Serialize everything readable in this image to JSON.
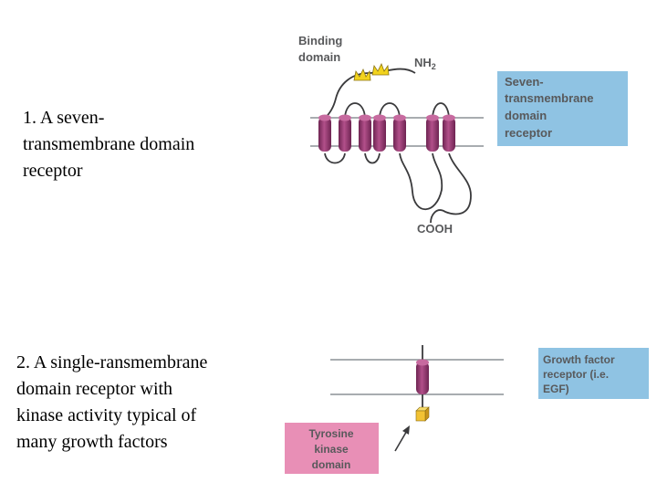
{
  "captions": {
    "seven_tm": "1.  A seven-\ntransmembrane domain\nreceptor",
    "single_tm": "2.  A single-ransmembrane\ndomain receptor with\nkinase activity typical of\nmany growth factors"
  },
  "diagram_top": {
    "binding_domain": [
      "Binding",
      "domain"
    ],
    "nh2": "NH",
    "nh2_sub": "2",
    "cooh": "COOH",
    "receptor_box": [
      "Seven-",
      "transmembrane",
      "domain",
      "receptor"
    ]
  },
  "diagram_bottom": {
    "receptor_box": [
      "Growth factor",
      "receptor (i.e.",
      "EGF)"
    ],
    "kinase_box": [
      "Tyrosine",
      "kinase",
      "domain"
    ]
  },
  "colors": {
    "helix": "#9c3b74",
    "helix_dark": "#6e2452",
    "membrane_line": "#8b9096",
    "blue_box": "#8fc3e3",
    "pink_box": "#e88fb6",
    "ligand": "#f2d31d",
    "kinase_cube": "#f2c233"
  }
}
